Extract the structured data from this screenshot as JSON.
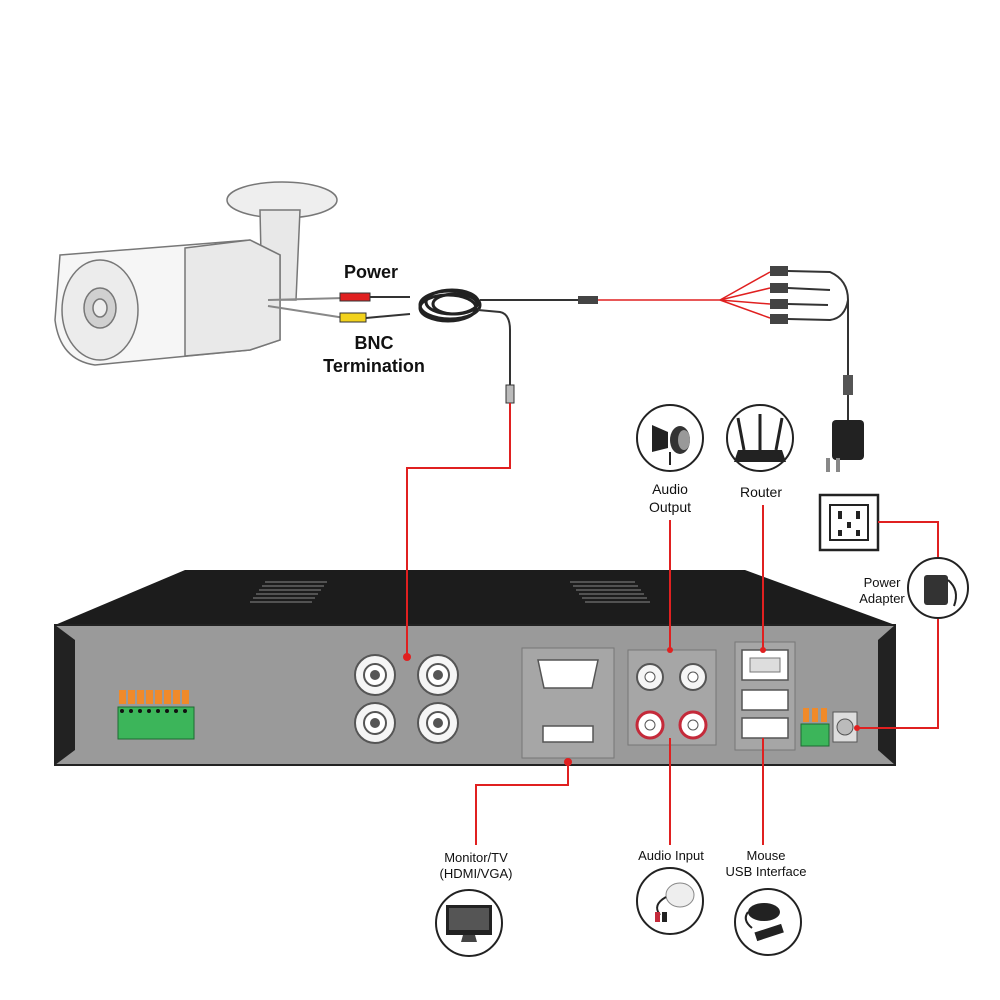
{
  "labels": {
    "power": "Power",
    "bnc_line1": "BNC",
    "bnc_line2": "Termination",
    "audio_output_line1": "Audio",
    "audio_output_line2": "Output",
    "router": "Router",
    "power_adapter_line1": "Power",
    "power_adapter_line2": "Adapter",
    "monitor_line1": "Monitor/TV",
    "monitor_line2": "(HDMI/VGA)",
    "audio_input": "Audio Input",
    "mouse_line1": "Mouse",
    "mouse_line2": "USB Interface"
  },
  "icons": [
    "camera-icon",
    "audio-output-speaker-icon",
    "router-icon",
    "wall-outlet-icon",
    "power-adapter-icon",
    "monitor-icon",
    "microphone-icon",
    "mouse-icon",
    "power-splitter-icon",
    "plug-icon"
  ],
  "colors": {
    "cable_red": "#e02020",
    "dvr_body": "#9a9a9a",
    "dvr_top": "#1c1c1c",
    "terminal_green": "#3cb55a",
    "terminal_orange": "#f08a2a"
  }
}
